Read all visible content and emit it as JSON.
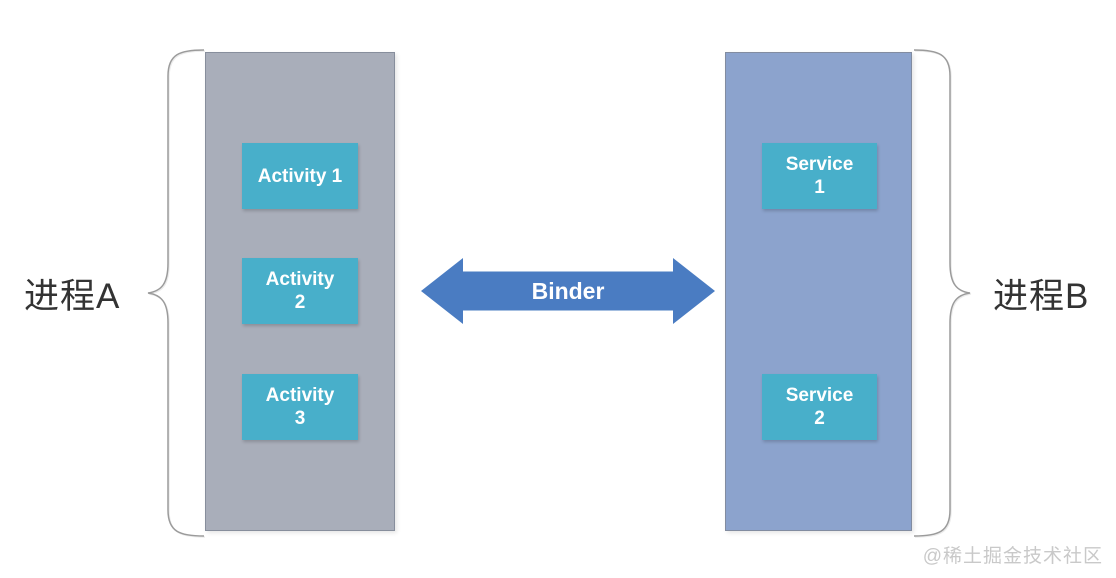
{
  "process_a": {
    "label": "进程A",
    "boxes": [
      {
        "lines": [
          "Activity 1"
        ]
      },
      {
        "lines": [
          "Activity",
          "2"
        ]
      },
      {
        "lines": [
          "Activity",
          "3"
        ]
      }
    ]
  },
  "process_b": {
    "label": "进程B",
    "boxes": [
      {
        "lines": [
          "Service",
          "1"
        ]
      },
      {
        "lines": [
          "Service",
          "2"
        ]
      }
    ]
  },
  "connector": {
    "label": "Binder"
  },
  "watermark": {
    "text": "@稀土掘金技术社区"
  },
  "colors": {
    "process_a_fill": "#a9aeba",
    "process_a_border": "#878e9c",
    "process_b_fill": "#8ca3cd",
    "process_b_border": "#828ca0",
    "component_fill": "#48afca",
    "component_text": "#ffffff",
    "arrow_fill": "#4a7cc2",
    "label_text": "#333333",
    "brace_stroke": "#9b9b9b",
    "watermark_text": "#c9c9c9"
  }
}
